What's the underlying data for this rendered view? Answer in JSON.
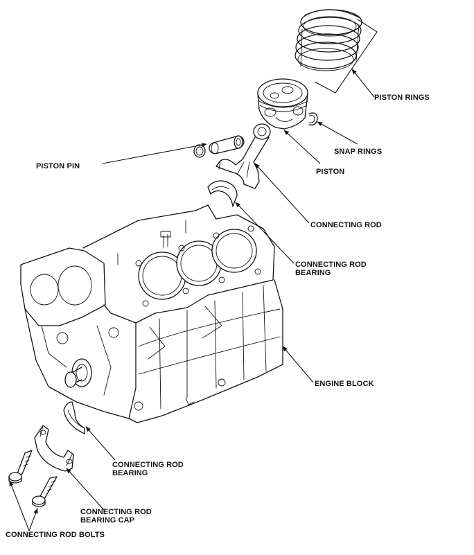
{
  "labels": {
    "piston_rings": "PISTON RINGS",
    "snap_rings": "SNAP RINGS",
    "piston": "PISTON",
    "piston_pin": "PISTON PIN",
    "connecting_rod": "CONNECTING ROD",
    "connecting_rod_bearing_upper": [
      "CONNECTING ROD",
      "BEARING"
    ],
    "engine_block": "ENGINE BLOCK",
    "connecting_rod_bearing_lower": [
      "CONNECTING ROD",
      "BEARING"
    ],
    "connecting_rod_bearing_cap": [
      "CONNECTING ROD",
      "BEARING CAP"
    ],
    "connecting_rod_bolts": "CONNECTING ROD BOLTS"
  },
  "colors": {
    "line": "#111111",
    "background": "#ffffff"
  }
}
